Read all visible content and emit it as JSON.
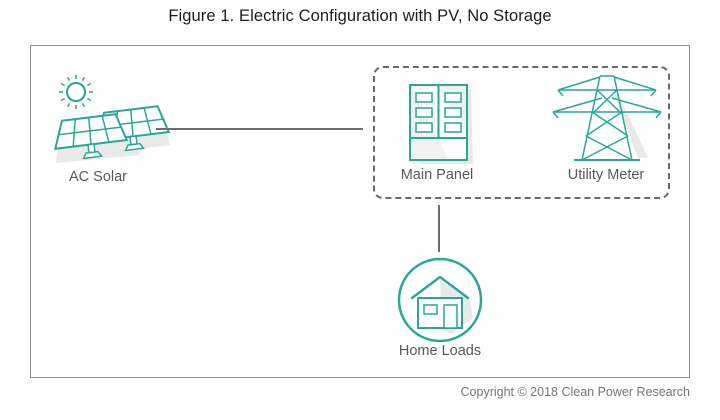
{
  "title": "Figure 1. Electric Configuration with PV, No Storage",
  "diagram": {
    "nodes": [
      {
        "id": "ac-solar",
        "label": "AC Solar"
      },
      {
        "id": "main-panel",
        "label": "Main Panel"
      },
      {
        "id": "utility-meter",
        "label": "Utility Meter"
      },
      {
        "id": "home-loads",
        "label": "Home Loads"
      }
    ]
  },
  "footer": {
    "copyright": "Copyright © 2018 Clean Power Research"
  },
  "colors": {
    "accent": "#2AA795",
    "connector": "#6E6E6E",
    "frame-border": "#909090",
    "dashed-border": "#696969",
    "label": "#595959",
    "title": "#1D1D1D",
    "copyright": "#757575",
    "icon-shadow": "#E9E9E9",
    "icon-fill": "#F1F1F1"
  }
}
